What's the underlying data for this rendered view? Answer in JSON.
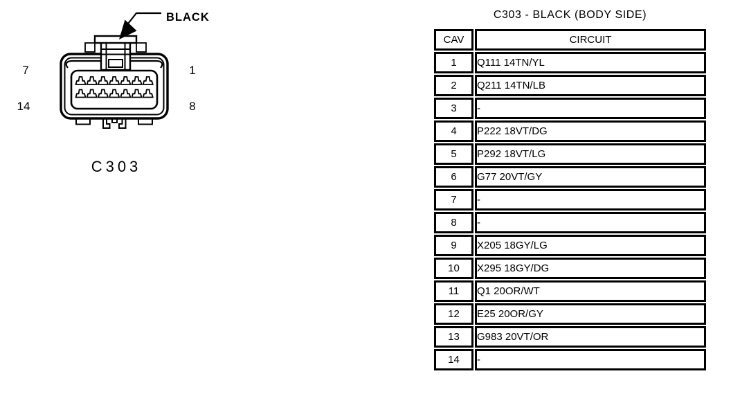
{
  "diagram": {
    "connector_label": "C303",
    "color_callout": "BLACK",
    "pin_labels": {
      "top_left": "7",
      "top_right": "1",
      "bottom_left": "14",
      "bottom_right": "8"
    }
  },
  "table": {
    "title": "C303 - BLACK (BODY SIDE)",
    "columns": [
      "CAV",
      "CIRCUIT"
    ],
    "rows": [
      {
        "cav": "1",
        "circuit": "Q111 14TN/YL"
      },
      {
        "cav": "2",
        "circuit": "Q211 14TN/LB"
      },
      {
        "cav": "3",
        "circuit": "-"
      },
      {
        "cav": "4",
        "circuit": "P222 18VT/DG"
      },
      {
        "cav": "5",
        "circuit": "P292 18VT/LG"
      },
      {
        "cav": "6",
        "circuit": "G77 20VT/GY"
      },
      {
        "cav": "7",
        "circuit": "-"
      },
      {
        "cav": "8",
        "circuit": "-"
      },
      {
        "cav": "9",
        "circuit": "X205 18GY/LG"
      },
      {
        "cav": "10",
        "circuit": "X295 18GY/DG"
      },
      {
        "cav": "11",
        "circuit": "Q1 20OR/WT"
      },
      {
        "cav": "12",
        "circuit": "E25 20OR/GY"
      },
      {
        "cav": "13",
        "circuit": "G983 20VT/OR"
      },
      {
        "cav": "14",
        "circuit": "-"
      }
    ]
  },
  "colors": {
    "ink": "#000000",
    "background": "#ffffff"
  }
}
